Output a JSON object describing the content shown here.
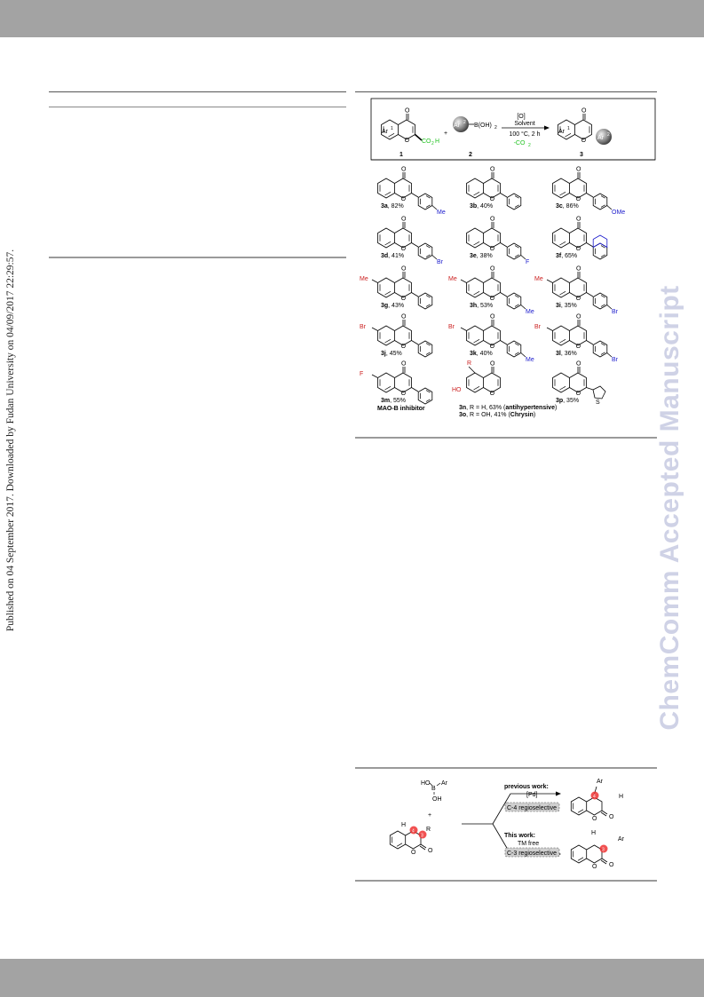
{
  "side_note": "Published on 04 September 2017. Downloaded by Fudan University on 04/09/2017 22:29:57.",
  "watermark": "ChemComm Accepted Manuscript",
  "scheme": {
    "reactant1_label": "1",
    "reactant2_label": "2",
    "product_label": "3",
    "ar1": "Ar",
    "ar1_sup": "1",
    "ar2": "Ar",
    "ar2_sup": "2",
    "boronic": "B(OH)",
    "boronic_sub": "2",
    "co2h": "CO",
    "co2h_sub": "2",
    "co2h_h": "H",
    "plus": "+",
    "cond_1": "[O]",
    "cond_2": "Solvent",
    "cond_3": "100 °C, 2 h",
    "cond_4": "-CO",
    "cond_4_sub": "2",
    "colors": {
      "co2h": "#22c322",
      "substituent": "#cc2222",
      "aryl_sub": "#1a1acc"
    }
  },
  "products": [
    {
      "id": "3a",
      "yield": ", 82%",
      "ring_sub": "",
      "aryl_sub": "Me"
    },
    {
      "id": "3b",
      "yield": ", 40%",
      "ring_sub": "",
      "aryl_sub": ""
    },
    {
      "id": "3c",
      "yield": ", 86%",
      "ring_sub": "",
      "aryl_sub": "OMe"
    },
    {
      "id": "3d",
      "yield": ", 41%",
      "ring_sub": "",
      "aryl_sub": "Br"
    },
    {
      "id": "3e",
      "yield": ", 38%",
      "ring_sub": "",
      "aryl_sub": "F"
    },
    {
      "id": "3f",
      "yield": ", 65%",
      "ring_sub": "",
      "aryl_sub": "naphthyl"
    },
    {
      "id": "3g",
      "yield": ", 43%",
      "ring_sub": "Me",
      "aryl_sub": ""
    },
    {
      "id": "3h",
      "yield": ", 53%",
      "ring_sub": "Me",
      "aryl_sub": "Me"
    },
    {
      "id": "3i",
      "yield": ", 35%",
      "ring_sub": "Me",
      "aryl_sub": "Br"
    },
    {
      "id": "3j",
      "yield": ", 45%",
      "ring_sub": "Br",
      "aryl_sub": ""
    },
    {
      "id": "3k",
      "yield": ", 40%",
      "ring_sub": "Br",
      "aryl_sub": "Me"
    },
    {
      "id": "3l",
      "yield": ", 36%",
      "ring_sub": "Br",
      "aryl_sub": "Br"
    },
    {
      "id": "3m",
      "yield": ", 55%",
      "ring_sub": "F",
      "aryl_sub": ""
    },
    {
      "id": "3n",
      "yield": ", R = H, 63% (",
      "name": "antihypertensive",
      "close": ")"
    },
    {
      "id": "3o",
      "yield": ", R = OH, 41% (",
      "name": "Chrysin",
      "close": ")"
    },
    {
      "id": "3p",
      "yield": ", 35%",
      "ring_sub": "",
      "aryl_sub": "thienyl"
    }
  ],
  "mao_label": "MAO-B inhibitor",
  "r_label": "R",
  "ho_label": "HO",
  "scheme2": {
    "previous_work": "previous work:",
    "pd": "[Pd]",
    "c4": "C-4 regioselective",
    "this_work": "This work:",
    "tm_free": "TM free",
    "c3": "C-3 regioselective",
    "ho": "HO",
    "b": "B",
    "ar": "Ar",
    "oh": "OH",
    "h": "H",
    "r": "R",
    "plus": "+",
    "o": "O",
    "pos4": "4",
    "pos3": "3"
  }
}
